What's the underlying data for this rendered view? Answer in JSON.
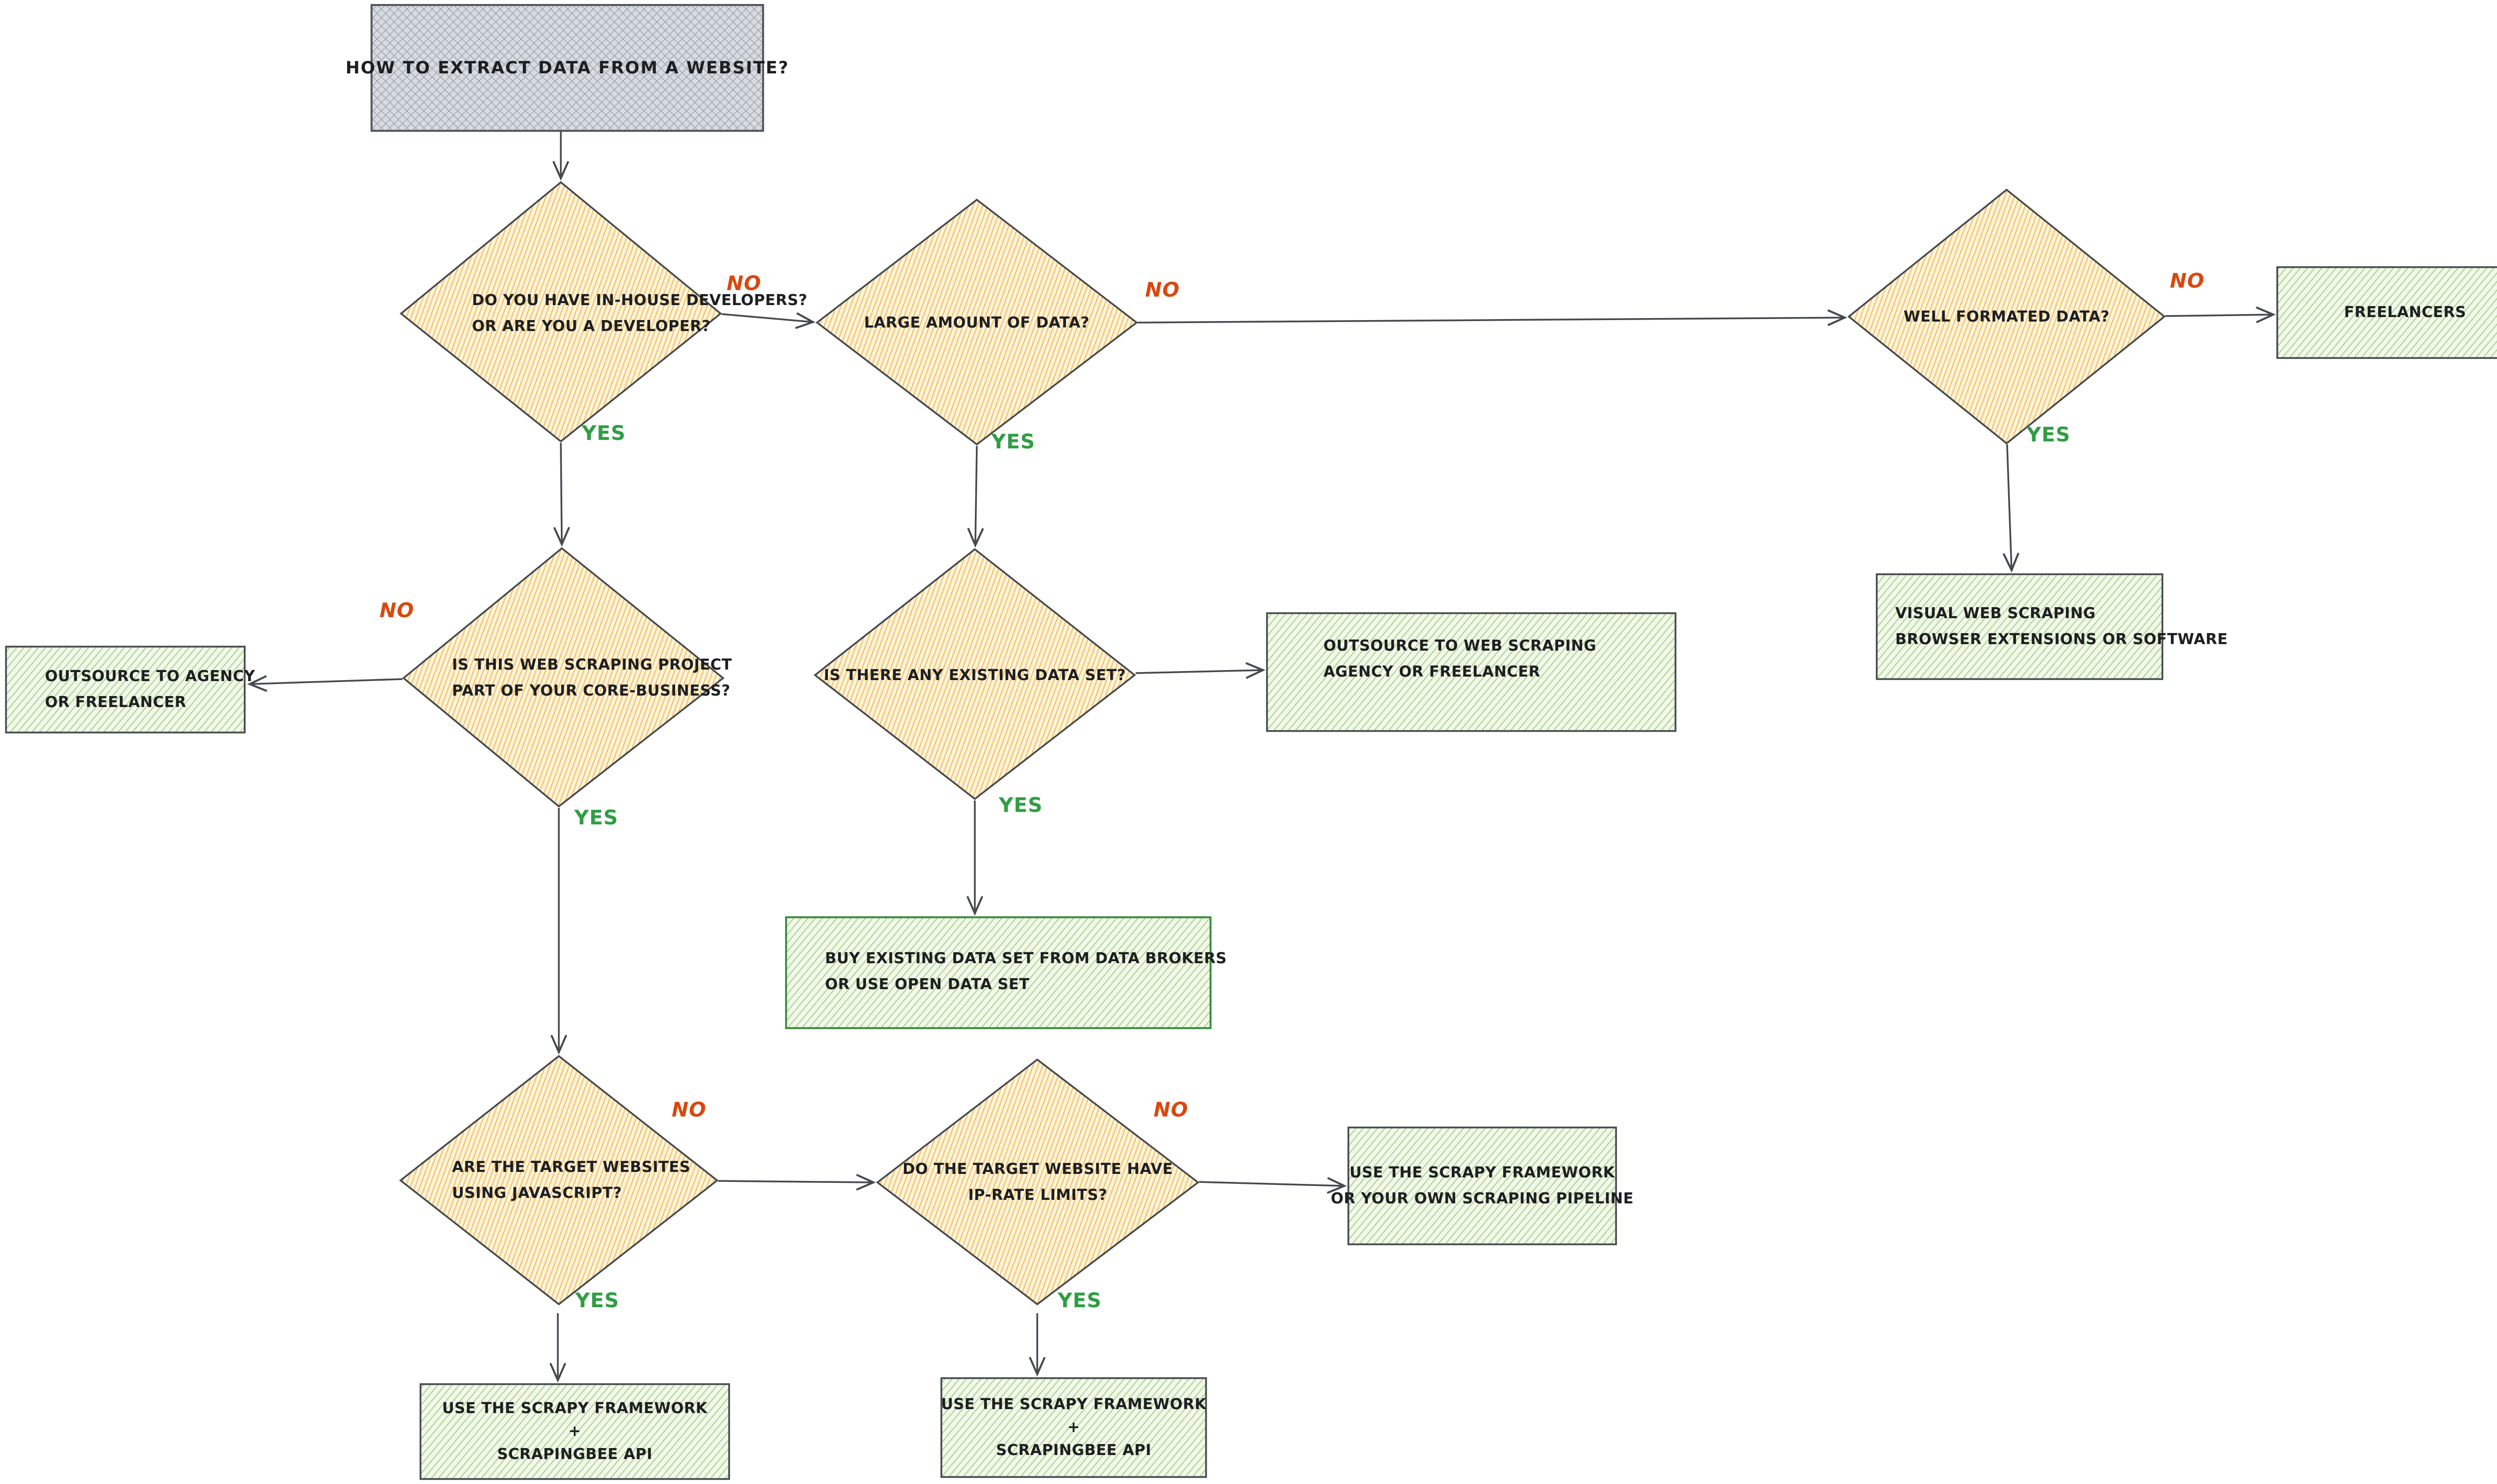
{
  "title": {
    "text": "HOW TO EXTRACT DATA FROM A WEBSITE?"
  },
  "labels": {
    "yes": "YES",
    "no": "NO"
  },
  "decisions": {
    "developers": {
      "line1": "DO YOU HAVE IN-HOUSE DEVELOPERS?",
      "line2": "OR ARE YOU A DEVELOPER?"
    },
    "large_data": {
      "line1": "LARGE AMOUNT OF DATA?"
    },
    "well_formatted": {
      "line1": "WELL FORMATED DATA?"
    },
    "core_business": {
      "line1": "IS THIS WEB SCRAPING PROJECT",
      "line2": "PART OF YOUR CORE-BUSINESS?"
    },
    "existing_dataset": {
      "line1": "IS THERE ANY EXISTING DATA SET?"
    },
    "javascript": {
      "line1": "ARE THE TARGET WEBSITES",
      "line2": "USING JAVASCRIPT?"
    },
    "ip_rate": {
      "line1": "DO THE TARGET WEBSITE HAVE",
      "line2": "IP-RATE LIMITS?"
    }
  },
  "outcomes": {
    "freelancers": {
      "line1": "FREELANCERS"
    },
    "visual_tools": {
      "line1": "VISUAL WEB SCRAPING",
      "line2": "BROWSER EXTENSIONS OR SOFTWARE"
    },
    "outsource_agency": {
      "line1": "OUTSOURCE TO AGENCY",
      "line2": "OR FREELANCER"
    },
    "outsource_web_scraping": {
      "line1": "OUTSOURCE TO WEB SCRAPING",
      "line2": "AGENCY OR FREELANCER"
    },
    "buy_dataset": {
      "line1": "BUY EXISTING DATA SET FROM DATA BROKERS",
      "line2": "OR USE OPEN DATA SET"
    },
    "scrapy_pipeline": {
      "line1": "USE THE SCRAPY FRAMEWORK",
      "line2": "OR YOUR OWN SCRAPING PIPELINE"
    },
    "scrapy_scrapingbee_left": {
      "line1": "USE THE SCRAPY FRAMEWORK",
      "line2": "+",
      "line3": "SCRAPINGBEE API"
    },
    "scrapy_scrapingbee_mid": {
      "line1": "USE THE SCRAPY FRAMEWORK",
      "line2": "+",
      "line3": "SCRAPINGBEE API"
    }
  },
  "colors": {
    "yes": "#2f9e44",
    "no": "#d9480f",
    "diamond_fill": "#fdf3d8",
    "diamond_hatch": "#f1bb5e",
    "outcome_fill": "#f2f8ea",
    "outcome_hatch": "#a8d18c",
    "title_fill": "#d8dbdf",
    "title_hatch": "#a6adb6",
    "stroke": "#45494e",
    "buy_box_border": "#3f9142"
  }
}
